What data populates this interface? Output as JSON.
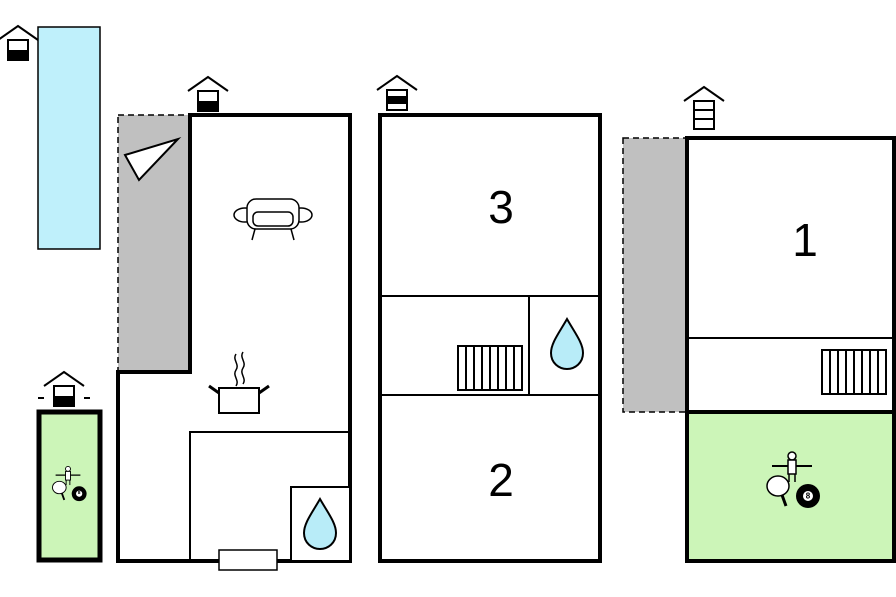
{
  "colors": {
    "wall": "#000000",
    "pool": "#bff0fb",
    "games_room": "#ccf5b8",
    "terrace": "#c0c0c0",
    "water_drop": "#b8ecf8",
    "background": "#ffffff"
  },
  "floors": [
    {
      "name": "pool-area",
      "level_icon": "house-level-icon",
      "level_filled": 1
    },
    {
      "name": "ground-floor",
      "level_icon": "house-level-icon",
      "level_filled": 1
    },
    {
      "name": "first-floor",
      "level_icon": "house-level-icon",
      "level_filled": 2
    },
    {
      "name": "second-floor",
      "level_icon": "house-level-icon",
      "level_filled": 1
    },
    {
      "name": "basement",
      "level_icon": "house-level-icon",
      "level_filled": 1
    }
  ],
  "rooms": {
    "bedroom_3": "3",
    "bedroom_2": "2",
    "bedroom_1": "1"
  },
  "icons": {
    "sofa": "sofa-icon",
    "cooking_pot": "cooking-pot-icon",
    "water_drop": "water-drop-icon",
    "radiator": "radiator-icon",
    "games": "games-icon",
    "billiard_ball": "8"
  }
}
